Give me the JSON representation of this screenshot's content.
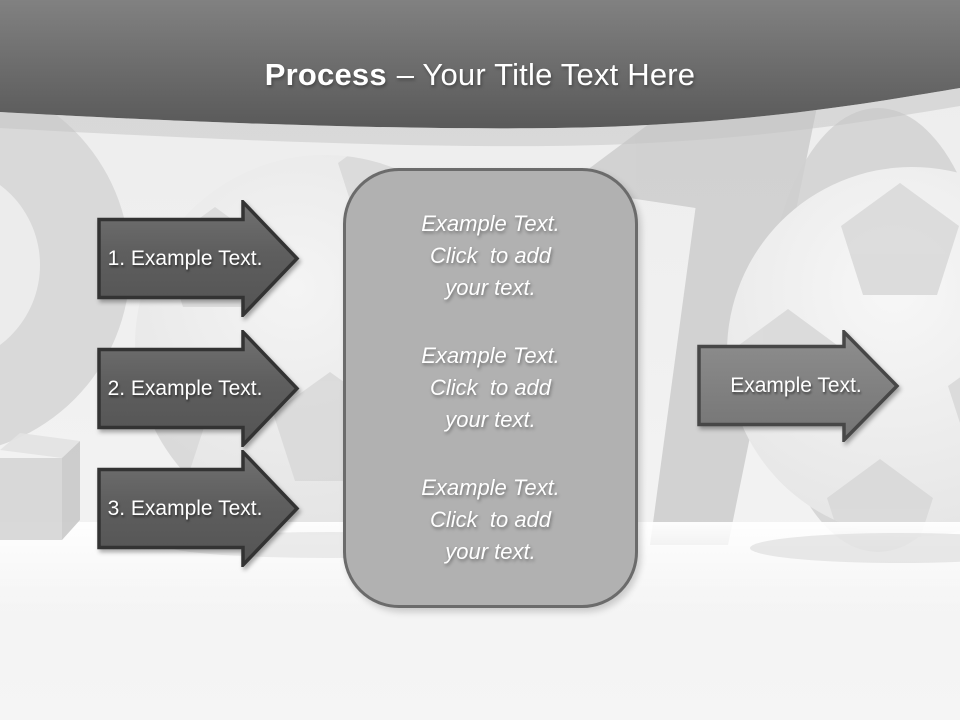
{
  "slide": {
    "header": {
      "title_bold": "Process",
      "title_rest": "– Your Title Text Here"
    },
    "left_arrows": [
      {
        "label": "1. Example Text."
      },
      {
        "label": "2. Example Text."
      },
      {
        "label": "3. Example Text."
      }
    ],
    "panel": {
      "blocks": [
        {
          "lines": [
            "Example Text.",
            "Click  to add",
            "your text."
          ]
        },
        {
          "lines": [
            "Example Text.",
            "Click  to add",
            "your text."
          ]
        },
        {
          "lines": [
            "Example Text.",
            "Click  to add",
            "your text."
          ]
        }
      ]
    },
    "right_arrow": {
      "label": "Example Text."
    },
    "colors": {
      "header_top": "#7e7e7e",
      "header_bottom": "#595959",
      "arrow_dark_fill": "#5f5f5f",
      "arrow_light_fill": "#7d7d7d",
      "arrow_outline": "#333333",
      "panel_fill": "#b1b1b1",
      "panel_border": "#6b6b6b",
      "text": "#ffffff"
    }
  }
}
